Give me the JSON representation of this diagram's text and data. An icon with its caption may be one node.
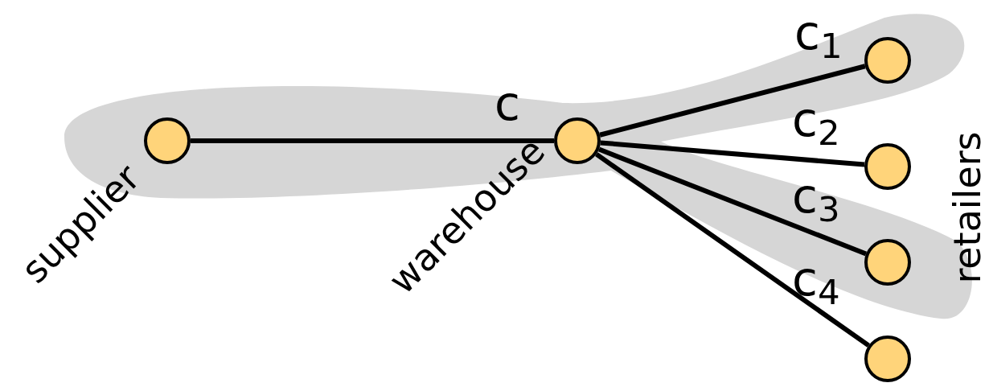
{
  "diagram": {
    "nodes": [
      {
        "text": [],
        "shape": "circle",
        "beside": [
          "supplier"
        ]
      },
      {
        "text": [],
        "shape": "circle",
        "beside": [
          "warehouse"
        ]
      },
      {
        "text": [],
        "shape": "circle"
      },
      {
        "text": [],
        "shape": "circle"
      },
      {
        "text": [],
        "shape": "circle"
      },
      {
        "text": [],
        "shape": "circle"
      }
    ],
    "edges": [
      {
        "from": 0,
        "to": 1,
        "arrow": "none",
        "label": "c"
      },
      {
        "from": 1,
        "to": 2,
        "arrow": "none",
        "label": "c$_{1}$"
      },
      {
        "from": 1,
        "to": 3,
        "arrow": "none",
        "label": "c$_{2}$"
      },
      {
        "from": 1,
        "to": 4,
        "arrow": "none",
        "label": "c$_{3}$"
      },
      {
        "from": 1,
        "to": 5,
        "arrow": "none",
        "label": "c$_{4}$"
      }
    ],
    "labels": [
      "retailers"
    ]
  }
}
